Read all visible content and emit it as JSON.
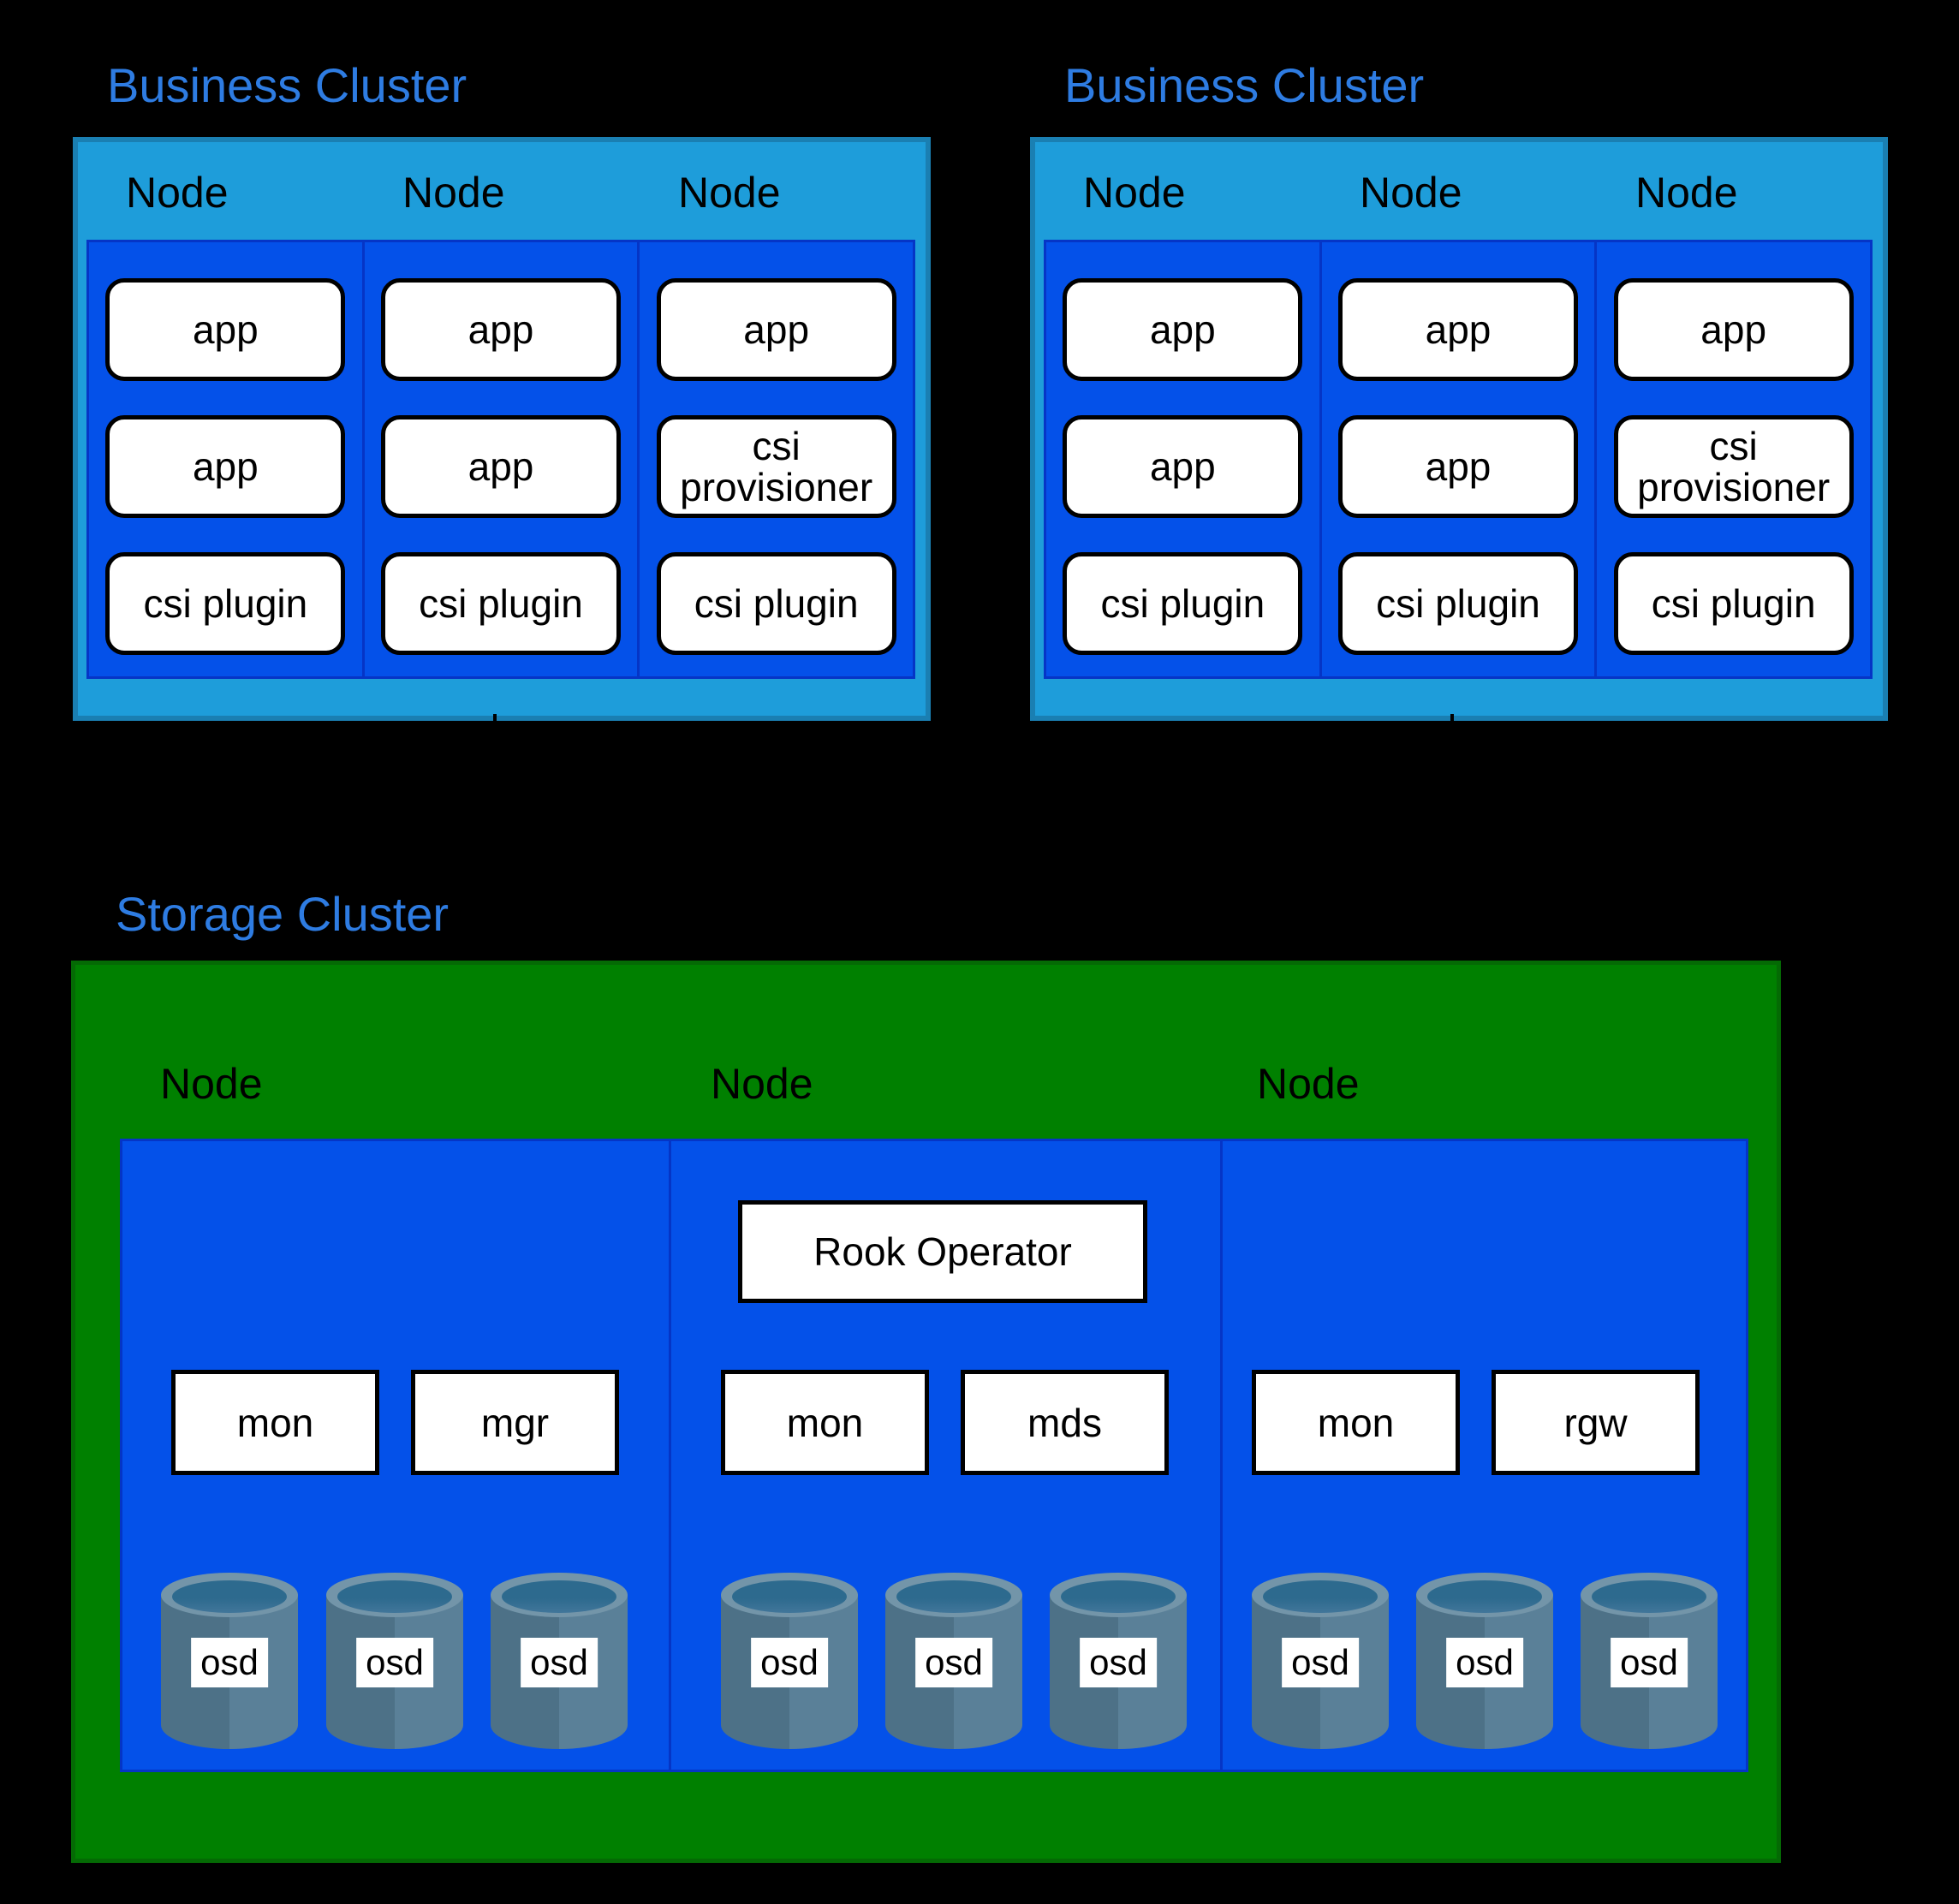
{
  "colors": {
    "background": "#000000",
    "title_blue": "#2e7ce2",
    "node_header_blue": "#1e9dda",
    "node_header_border": "#1a7fb2",
    "pod_blue": "#0451e9",
    "pod_border_navy": "#0535c6",
    "green": "#008000",
    "green_border": "#046a04",
    "cyl_left": "#4d7187",
    "cyl_right": "#5a8098",
    "cyl_rim": "#7395a9",
    "cyl_hole": "#2d6a8e"
  },
  "business_clusters": [
    {
      "title": "Business Cluster",
      "nodes": [
        {
          "label": "Node",
          "pods": [
            "app",
            "app",
            "csi plugin"
          ]
        },
        {
          "label": "Node",
          "pods": [
            "app",
            "app",
            "csi plugin"
          ]
        },
        {
          "label": "Node",
          "pods": [
            "app",
            "csi provisioner",
            "csi plugin"
          ]
        }
      ]
    },
    {
      "title": "Business Cluster",
      "nodes": [
        {
          "label": "Node",
          "pods": [
            "app",
            "app",
            "csi plugin"
          ]
        },
        {
          "label": "Node",
          "pods": [
            "app",
            "app",
            "csi plugin"
          ]
        },
        {
          "label": "Node",
          "pods": [
            "app",
            "csi provisioner",
            "csi plugin"
          ]
        }
      ]
    }
  ],
  "storage_cluster": {
    "title": "Storage Cluster",
    "nodes": [
      {
        "label": "Node",
        "services": [
          "mon",
          "mgr"
        ],
        "osds": [
          "osd",
          "osd",
          "osd"
        ]
      },
      {
        "label": "Node",
        "operator": "Rook Operator",
        "services": [
          "mon",
          "mds"
        ],
        "osds": [
          "osd",
          "osd",
          "osd"
        ]
      },
      {
        "label": "Node",
        "services": [
          "mon",
          "rgw"
        ],
        "osds": [
          "osd",
          "osd",
          "osd"
        ]
      }
    ]
  }
}
